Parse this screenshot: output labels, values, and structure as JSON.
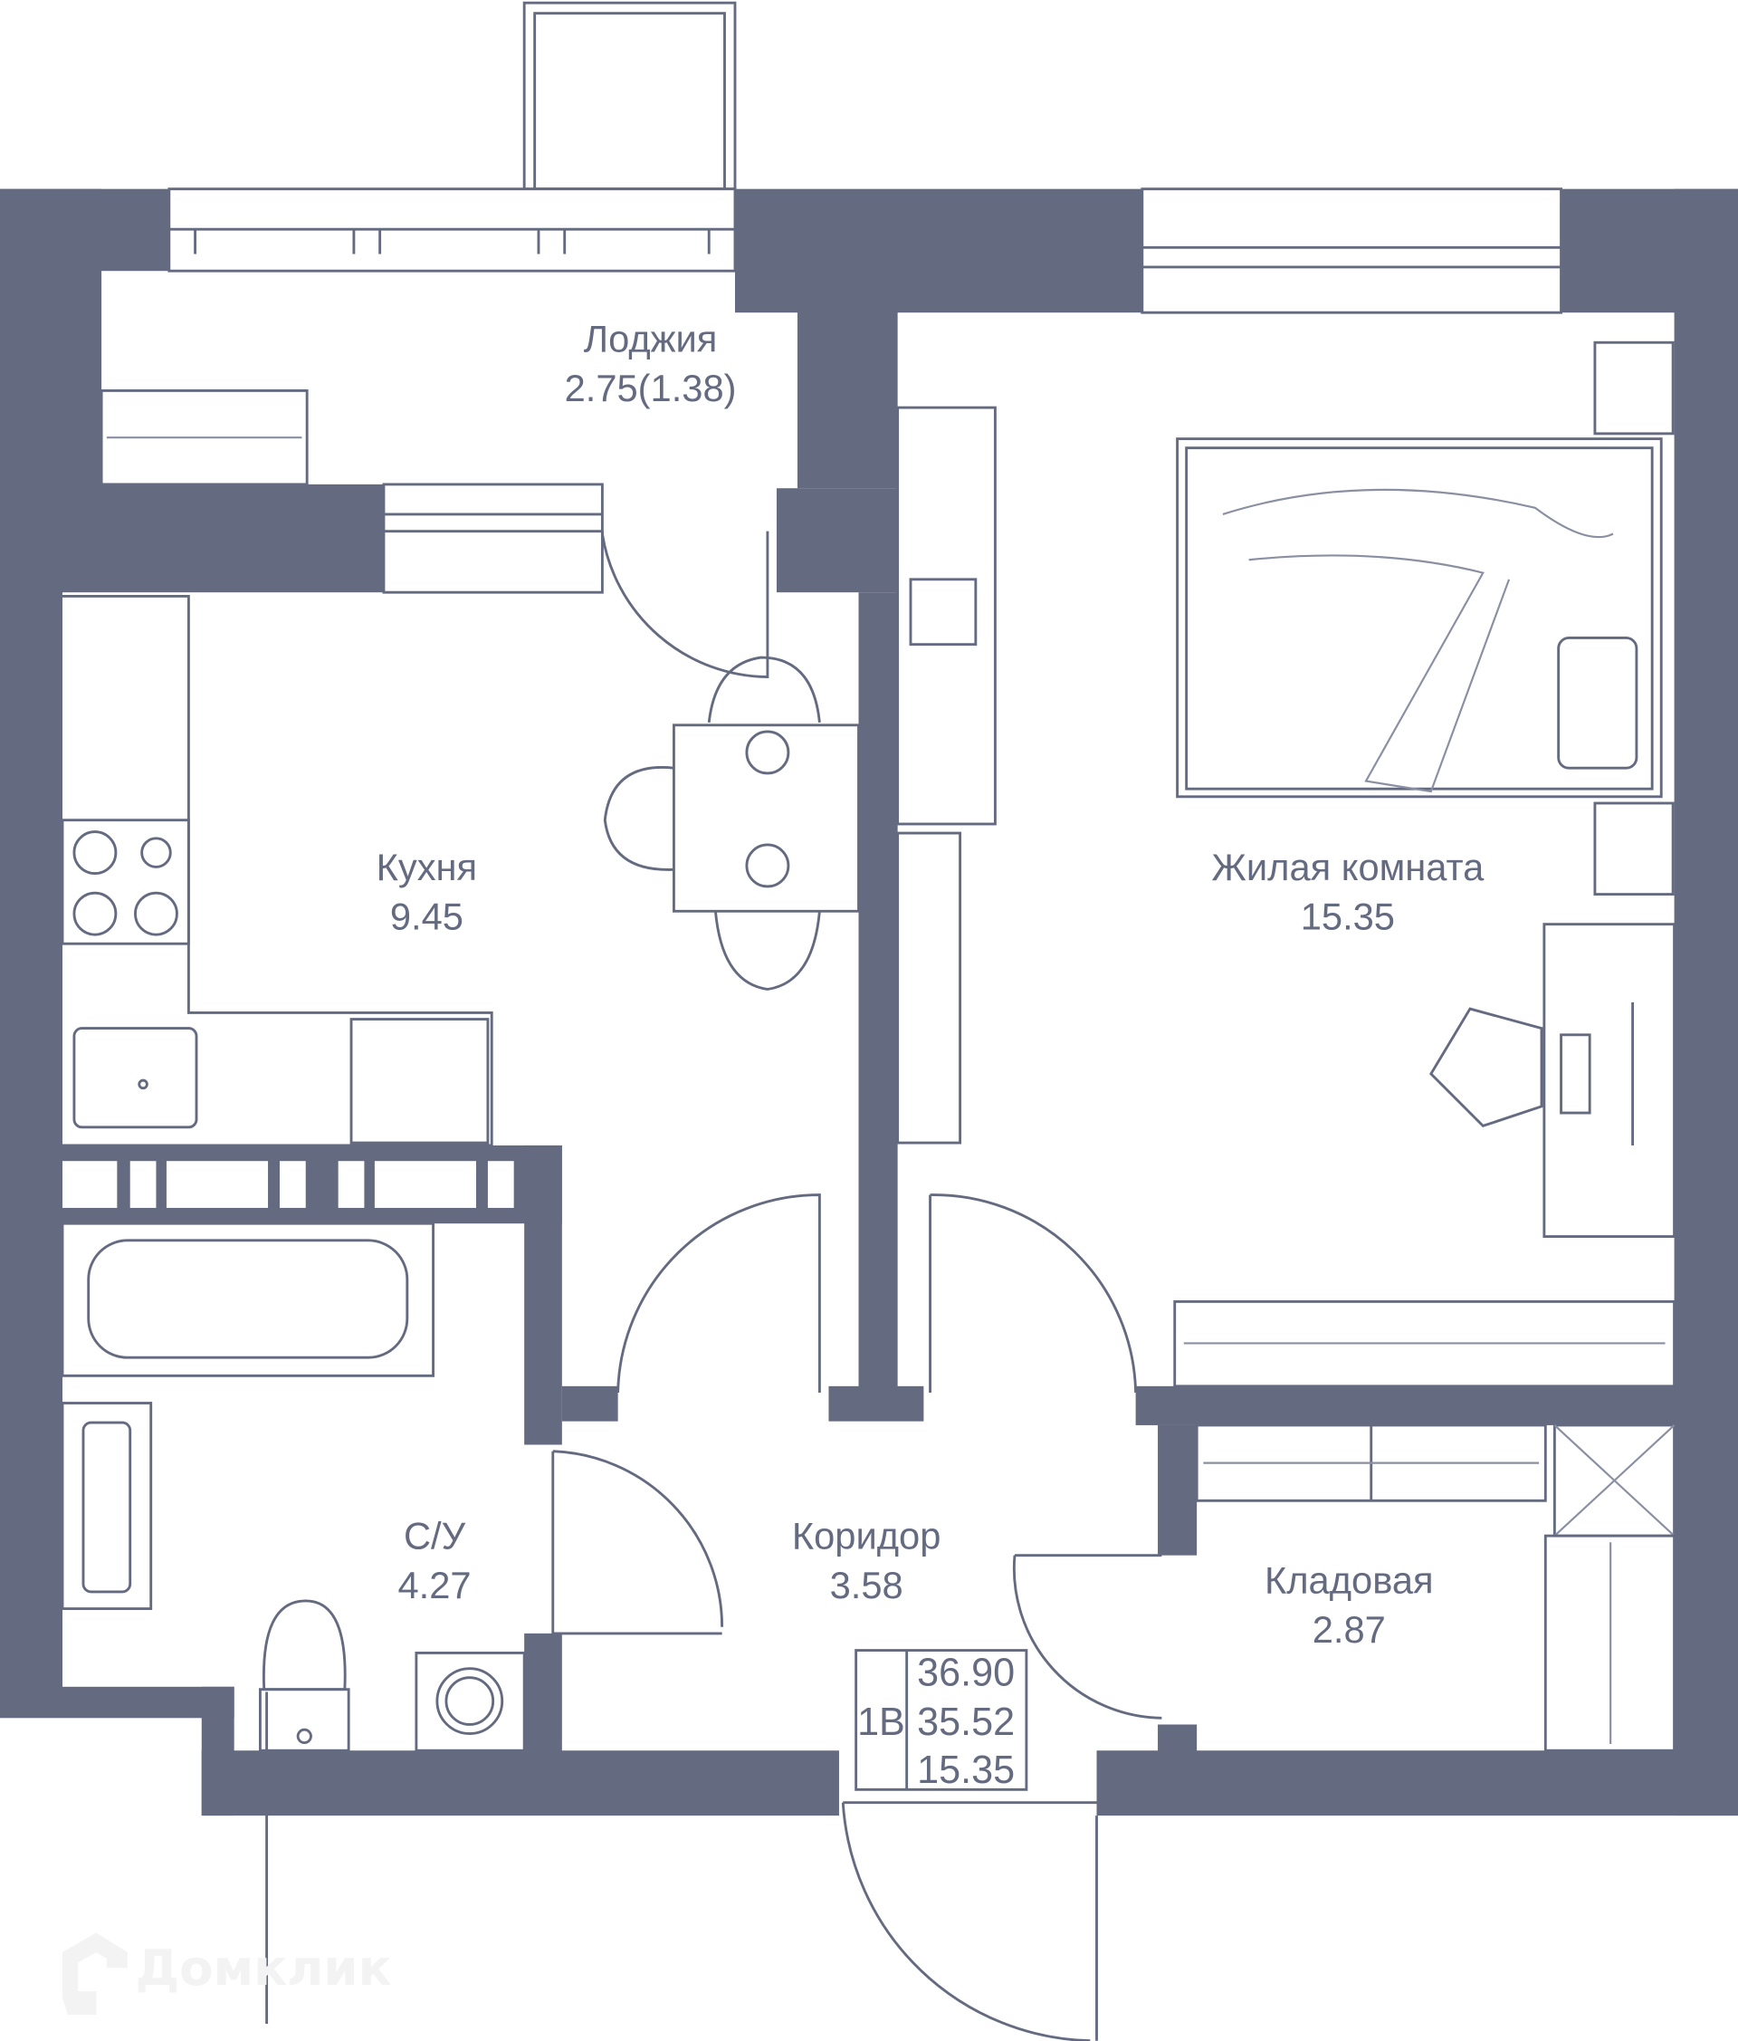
{
  "rooms": {
    "loggia": {
      "name": "Лоджия",
      "area": "2.75(1.38)"
    },
    "kitchen": {
      "name": "Кухня",
      "area": "9.45"
    },
    "living": {
      "name": "Жилая комната",
      "area": "15.35"
    },
    "bathroom": {
      "name": "С/У",
      "area": "4.27"
    },
    "corridor": {
      "name": "Коридор",
      "area": "3.58"
    },
    "storage": {
      "name": "Кладовая",
      "area": "2.87"
    }
  },
  "summary": {
    "type": "1В",
    "total_area": "36.90",
    "area_no_loggia": "35.52",
    "living_area": "15.35"
  },
  "watermark": "Домклик",
  "colors": {
    "wall": "#646a80",
    "background": "#ffffff"
  }
}
